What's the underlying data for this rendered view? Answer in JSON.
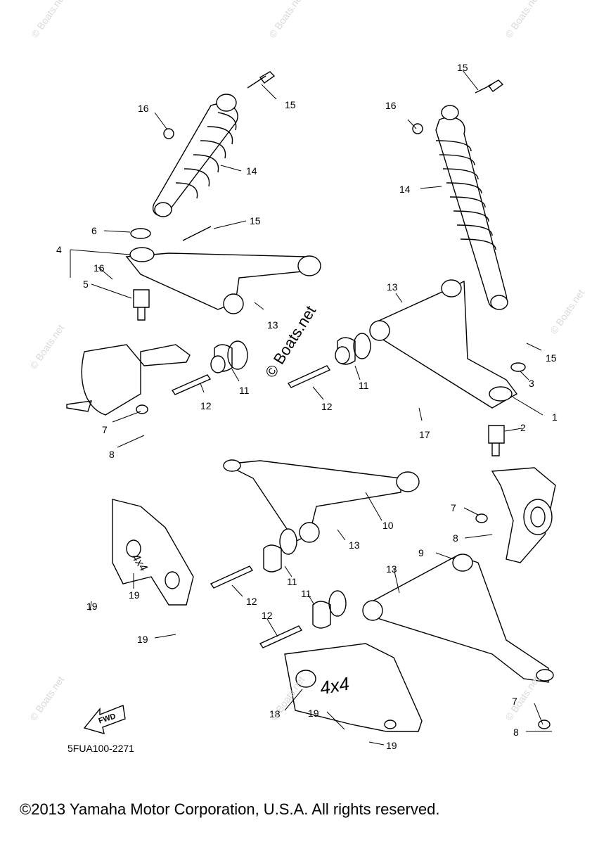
{
  "diagram": {
    "part_code": "5FUA100-2271",
    "fwd_label": "FWD",
    "plate_text": "4x4",
    "watermark": "© Boats.net",
    "watermark_small": "© Boats.net",
    "copyright": "©2013 Yamaha Motor Corporation, U.S.A. All rights reserved.",
    "callouts": [
      "1",
      "2",
      "3",
      "4",
      "5",
      "6",
      "7",
      "7",
      "7",
      "8",
      "8",
      "8",
      "9",
      "10",
      "11",
      "11",
      "11",
      "11",
      "12",
      "12",
      "12",
      "12",
      "13",
      "13",
      "13",
      "13",
      "14",
      "14",
      "15",
      "15",
      "15",
      "15",
      "16",
      "16",
      "16",
      "17",
      "18",
      "19",
      "19",
      "19",
      "19"
    ]
  }
}
